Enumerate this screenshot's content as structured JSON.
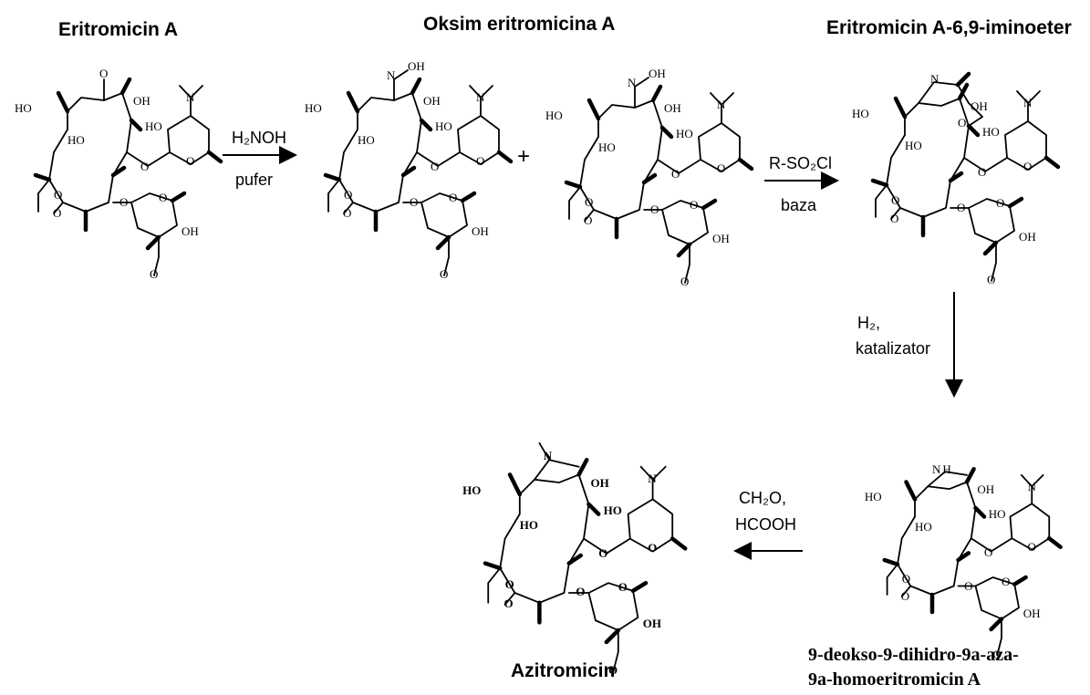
{
  "titles": {
    "eritromicin_a": "Eritromicin A",
    "oksim": "Oksim eritromicina A",
    "iminoeter": "Eritromicin A-6,9-iminoeter",
    "homo_line1": "9-deokso-9-dihidro-9a-aza-",
    "homo_line2": "9a-homoeritromicin A",
    "azitromicin": "Azitromicin"
  },
  "reagents": {
    "step1_top": "H₂NOH",
    "step1_bottom": "pufer",
    "plus": "+",
    "step2_top": "R-SO₂Cl",
    "step2_bottom": "baza",
    "step3_line1": "H₂,",
    "step3_line2": "katalizator",
    "step4_line1": "CH₂O,",
    "step4_line2": "HCOOH"
  },
  "atoms": {
    "oh": "OH",
    "ho": "HO",
    "o": "O",
    "n": "N",
    "nh": "N",
    "h": "H",
    "n_oh": "N",
    "ome": "O"
  }
}
